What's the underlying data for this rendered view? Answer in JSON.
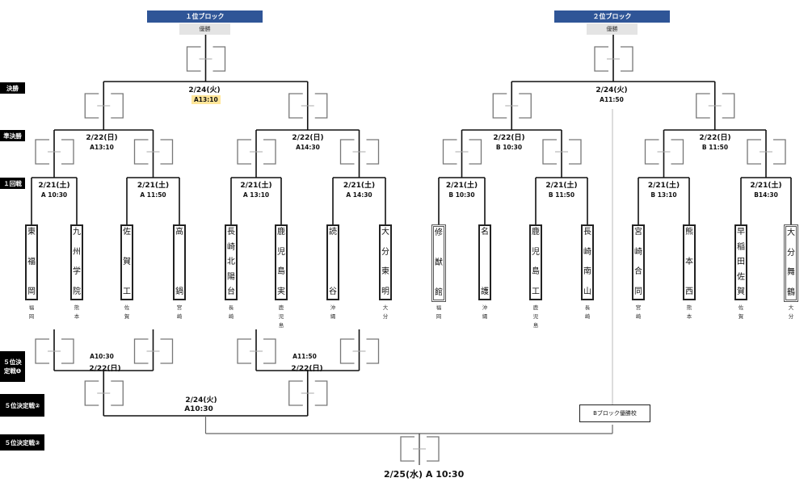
{
  "blocks": [
    {
      "title": "１位ブロック",
      "champion_label": "優勝"
    },
    {
      "title": "２位ブロック",
      "champion_label": "優勝"
    }
  ],
  "round_labels": {
    "final": "決勝",
    "semifinal": "準決勝",
    "first_round": "１回戦",
    "fifth_1": "５位決定戦❶",
    "fifth_1_line1": "５位決",
    "fifth_1_line2": "定戦❶",
    "fifth_2": "５位決定戦②",
    "fifth_3": "５位決定戦③"
  },
  "finals": [
    {
      "date": "2/24(火)",
      "time": "A13:10",
      "highlight": true
    },
    {
      "date": "2/24(火)",
      "time": "A11:50",
      "highlight": false
    }
  ],
  "semifinals": [
    {
      "date": "2/22(日)",
      "time": "A13:10"
    },
    {
      "date": "2/22(日)",
      "time": "A14:30"
    },
    {
      "date": "2/22(日)",
      "time": "B 10:30"
    },
    {
      "date": "2/22(日)",
      "time": "B 11:50"
    }
  ],
  "first_round": [
    {
      "date": "2/21(土)",
      "time": "A 10:30"
    },
    {
      "date": "2/21(土)",
      "time": "A 11:50"
    },
    {
      "date": "2/21(土)",
      "time": "A 13:10"
    },
    {
      "date": "2/21(土)",
      "time": "A 14:30"
    },
    {
      "date": "2/21(土)",
      "time": "B 10:30"
    },
    {
      "date": "2/21(土)",
      "time": "B 11:50"
    },
    {
      "date": "2/21(土)",
      "time": "B 13:10"
    },
    {
      "date": "2/21(土)",
      "time": "B14:30"
    }
  ],
  "teams": [
    {
      "name": "東福岡",
      "chars": [
        "東",
        "福",
        "岡"
      ],
      "pref": [
        "福",
        "岡"
      ],
      "seed": false
    },
    {
      "name": "九州学院",
      "chars": [
        "九",
        "州",
        "学",
        "院"
      ],
      "pref": [
        "熊",
        "本"
      ],
      "seed": false
    },
    {
      "name": "佐賀工",
      "chars": [
        "佐",
        "賀",
        "工"
      ],
      "pref": [
        "佐",
        "賀"
      ],
      "seed": false
    },
    {
      "name": "高鍋",
      "chars": [
        "高",
        "鍋"
      ],
      "pref": [
        "宮",
        "崎"
      ],
      "seed": false
    },
    {
      "name": "長崎北陽台",
      "chars": [
        "長",
        "崎",
        "北",
        "陽",
        "台"
      ],
      "pref": [
        "長",
        "崎"
      ],
      "seed": false
    },
    {
      "name": "鹿児島実",
      "chars": [
        "鹿",
        "児",
        "島",
        "実"
      ],
      "pref": [
        "鹿",
        "児",
        "島"
      ],
      "seed": false
    },
    {
      "name": "読谷",
      "chars": [
        "読",
        "谷"
      ],
      "pref": [
        "沖",
        "縄"
      ],
      "seed": false
    },
    {
      "name": "大分東明",
      "chars": [
        "大",
        "分",
        "東",
        "明"
      ],
      "pref": [
        "大",
        "分"
      ],
      "seed": false
    },
    {
      "name": "修猷館",
      "chars": [
        "修",
        "猷",
        "館"
      ],
      "pref": [
        "福",
        "岡"
      ],
      "seed": true
    },
    {
      "name": "名護",
      "chars": [
        "名",
        "護"
      ],
      "pref": [
        "沖",
        "縄"
      ],
      "seed": false
    },
    {
      "name": "鹿児島工",
      "chars": [
        "鹿",
        "児",
        "島",
        "工"
      ],
      "pref": [
        "鹿",
        "児",
        "島"
      ],
      "seed": false
    },
    {
      "name": "長崎南山",
      "chars": [
        "長",
        "崎",
        "南",
        "山"
      ],
      "pref": [
        "長",
        "崎"
      ],
      "seed": false
    },
    {
      "name": "宮崎合同",
      "chars": [
        "宮",
        "崎",
        "合",
        "同"
      ],
      "pref": [
        "宮",
        "崎"
      ],
      "seed": false
    },
    {
      "name": "熊本西",
      "chars": [
        "熊",
        "本",
        "西"
      ],
      "pref": [
        "熊",
        "本"
      ],
      "seed": false
    },
    {
      "name": "早稲田佐賀",
      "chars": [
        "早",
        "稲",
        "田",
        "佐",
        "賀"
      ],
      "pref": [
        "佐",
        "賀"
      ],
      "seed": false
    },
    {
      "name": "大分舞鶴",
      "chars": [
        "大",
        "分",
        "舞",
        "鶴"
      ],
      "pref": [
        "大",
        "分"
      ],
      "seed": true
    }
  ],
  "fifth_place_1": [
    {
      "time": "A10:30",
      "date": "2/22(日)"
    },
    {
      "time": "A11:50",
      "date": "2/22(日)"
    }
  ],
  "fifth_place_2": {
    "date": "2/24(火)",
    "time": "A10:30"
  },
  "fifth_place_3": {
    "opponent_label": "Bブロック優勝校",
    "date_time": "2/25(水)  A 10:30"
  },
  "colors": {
    "block_header": "#2f5597",
    "champion_bg": "#e4e4e4",
    "highlight_time": "#ffe699",
    "round_label_bg": "#000000",
    "score_box": "#777777"
  }
}
